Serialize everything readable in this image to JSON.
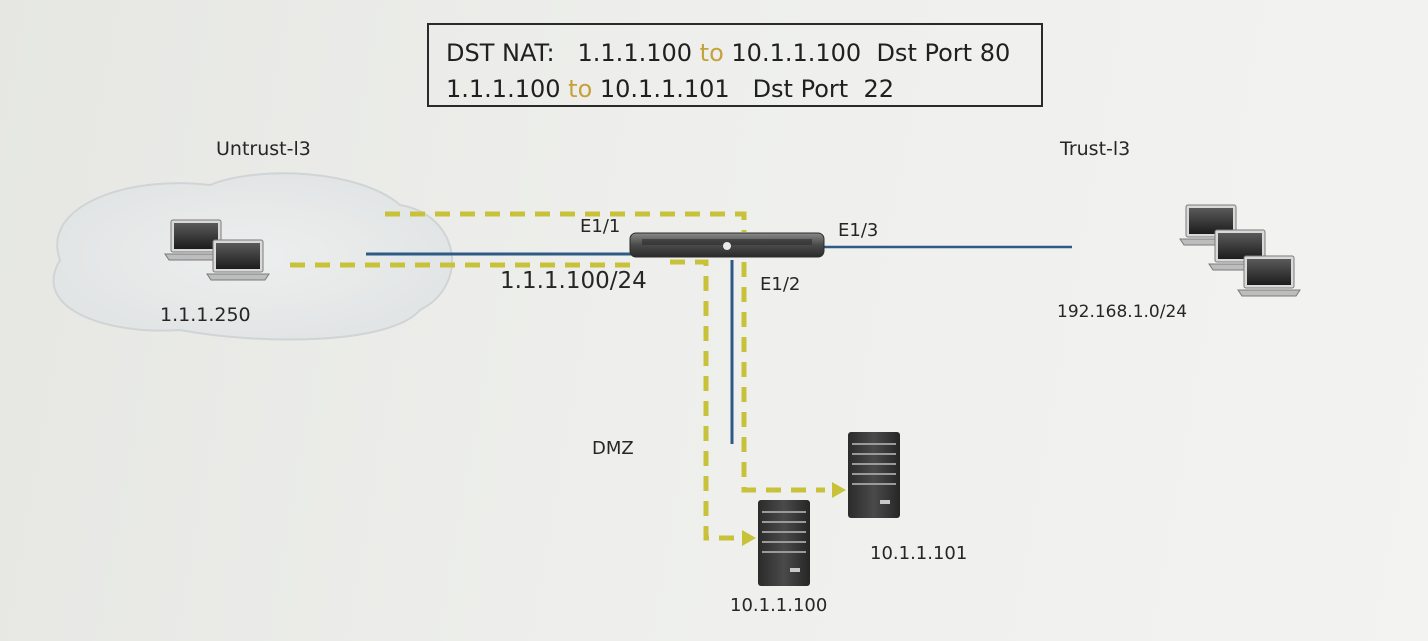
{
  "nat_box": {
    "line1": {
      "prefix": "DST NAT:",
      "src": "1.1.1.100",
      "to": "to",
      "dst": "10.1.1.100",
      "port_label": "Dst Port",
      "port": "80"
    },
    "line2": {
      "src": "1.1.1.100",
      "to": "to",
      "dst": "10.1.1.101",
      "port_label": "Dst Port",
      "port": "22"
    }
  },
  "zones": {
    "untrust": "Untrust-l3",
    "trust": "Trust-l3",
    "dmz": "DMZ"
  },
  "interfaces": {
    "e11": "E1/1",
    "e12": "E1/2",
    "e13": "E1/3",
    "e11_ip": "1.1.1.100/24"
  },
  "hosts": {
    "client": "1.1.1.250",
    "trust_net": "192.168.1.0/24",
    "server1": "10.1.1.100",
    "server2": "10.1.1.101"
  },
  "colors": {
    "link": "#2e5a86",
    "flow": "#c8c23a",
    "device": "#3a3a3a"
  },
  "icons": {
    "client": "laptop-icon",
    "trust_hosts": "laptop-icon",
    "firewall": "firewall-icon",
    "servers": "server-icon"
  }
}
